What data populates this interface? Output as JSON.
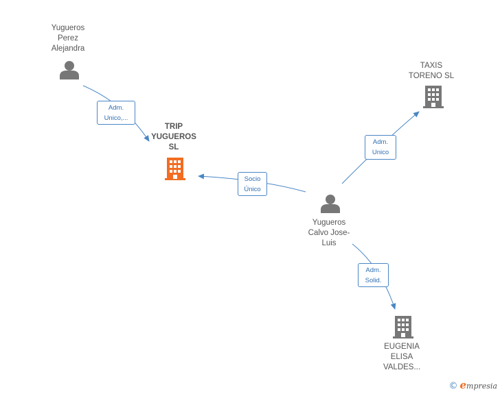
{
  "nodes": {
    "perez": {
      "label": "Yugueros\nPerez\nAlejandra",
      "icon": "person-icon"
    },
    "trip": {
      "label": "TRIP\nYUGUEROS\nSL",
      "icon": "building-icon"
    },
    "taxis": {
      "label": "TAXIS\nTORENO  SL",
      "icon": "building-icon"
    },
    "calvo": {
      "label": "Yugueros\nCalvo Jose-\nLuis",
      "icon": "person-icon"
    },
    "eugenia": {
      "label": "EUGENIA\nELISA\nVALDES...",
      "icon": "building-icon"
    }
  },
  "edges": {
    "perez_trip": "Adm.\nUnico,...",
    "calvo_trip": "Socio\nÚnico",
    "calvo_taxis": "Adm.\nUnico",
    "calvo_eugenia": "Adm.\nSolid."
  },
  "brand": {
    "copyright": "©",
    "initial": "e",
    "name": "mpresia"
  },
  "colors": {
    "edge": "#4a86c5",
    "person": "#777777",
    "building": "#777777",
    "main_building": "#f26d21"
  }
}
